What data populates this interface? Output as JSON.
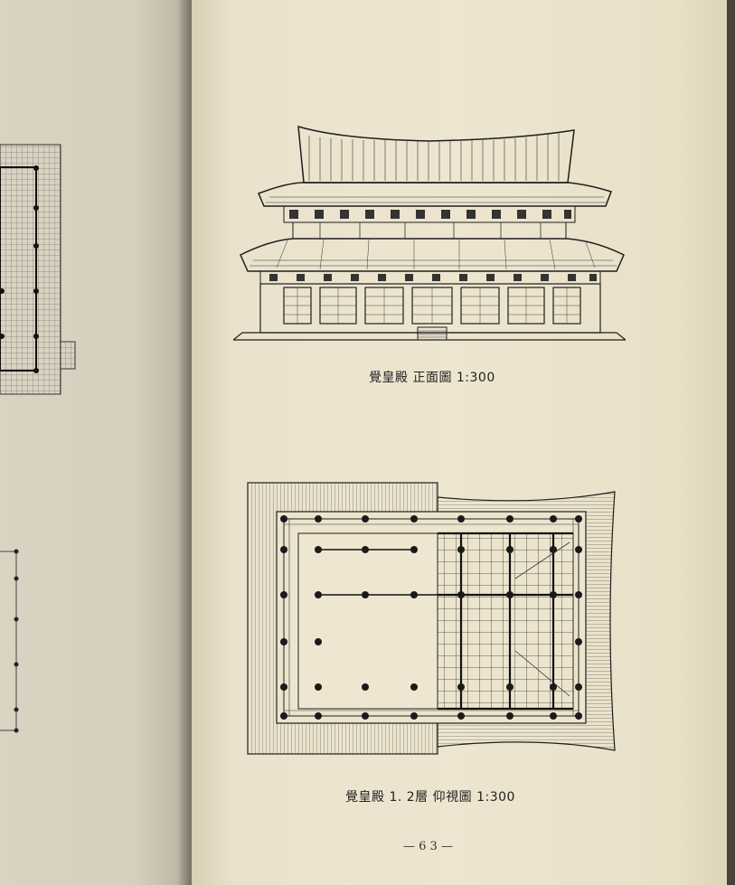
{
  "right_page": {
    "figure1": {
      "caption": "覺皇殿 正面圖 1:300"
    },
    "figure2": {
      "caption": "覺皇殿 1. 2層 仰視圖 1:300"
    },
    "page_number": "— 6 3 —"
  },
  "colors": {
    "paper": "#ede5cf",
    "ink": "#1e1e1e",
    "left_paper": "#d6cfbd"
  }
}
